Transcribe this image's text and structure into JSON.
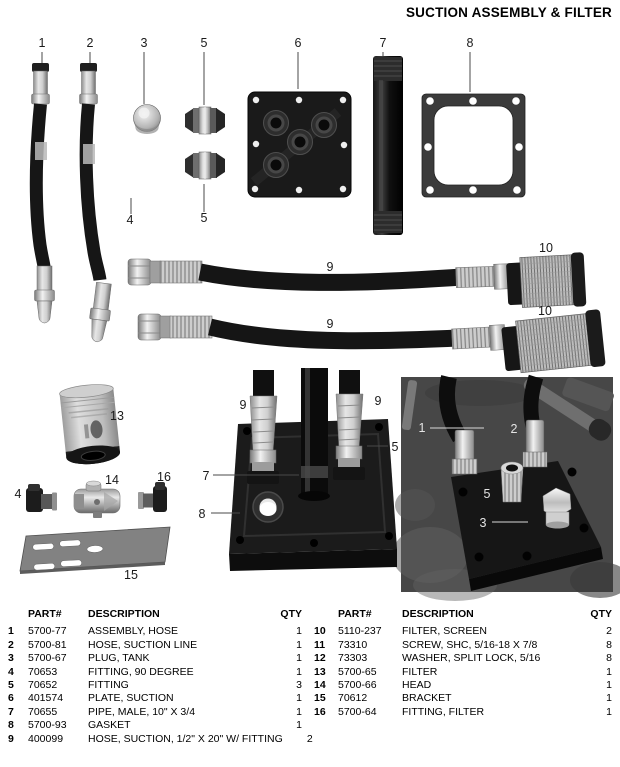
{
  "title": "SUCTION ASSEMBLY & FILTER",
  "callouts": [
    "1",
    "2",
    "3",
    "5",
    "6",
    "7",
    "8",
    "4",
    "5",
    "9",
    "10",
    "9",
    "10",
    "13",
    "14",
    "16",
    "4",
    "15",
    "9",
    "9",
    "5",
    "7",
    "8",
    "1",
    "2",
    "5",
    "3"
  ],
  "tables": {
    "left": {
      "headers": {
        "part": "PART#",
        "desc": "DESCRIPTION",
        "qty": "QTY"
      },
      "rows": [
        {
          "num": "1",
          "part": "5700-77",
          "desc": "ASSEMBLY, HOSE",
          "qty": "1"
        },
        {
          "num": "2",
          "part": "5700-81",
          "desc": "HOSE, SUCTION LINE",
          "qty": "1"
        },
        {
          "num": "3",
          "part": "5700-67",
          "desc": "PLUG, TANK",
          "qty": "1"
        },
        {
          "num": "4",
          "part": "70653",
          "desc": "FITTING, 90 DEGREE",
          "qty": "1"
        },
        {
          "num": "5",
          "part": "70652",
          "desc": "FITTING",
          "qty": "3"
        },
        {
          "num": "6",
          "part": "401574",
          "desc": "PLATE, SUCTION",
          "qty": "1"
        },
        {
          "num": "7",
          "part": "70655",
          "desc": "PIPE, MALE, 10\" X 3/4",
          "qty": "1"
        },
        {
          "num": "8",
          "part": "5700-93",
          "desc": "GASKET",
          "qty": "1"
        },
        {
          "num": "9",
          "part": "400099",
          "desc": "HOSE, SUCTION, 1/2\" X 20\" W/ FITTING",
          "qty": "2"
        }
      ]
    },
    "right": {
      "headers": {
        "part": "PART#",
        "desc": "DESCRIPTION",
        "qty": "QTY"
      },
      "rows": [
        {
          "num": "10",
          "part": "5110-237",
          "desc": "FILTER, SCREEN",
          "qty": "2"
        },
        {
          "num": "11",
          "part": "73310",
          "desc": "SCREW, SHC, 5/16-18 X 7/8",
          "qty": "8"
        },
        {
          "num": "12",
          "part": "73303",
          "desc": "WASHER, SPLIT LOCK, 5/16",
          "qty": "8"
        },
        {
          "num": "13",
          "part": "5700-65",
          "desc": "FILTER",
          "qty": "1"
        },
        {
          "num": "14",
          "part": "5700-66",
          "desc": "HEAD",
          "qty": "1"
        },
        {
          "num": "15",
          "part": "70612",
          "desc": "BRACKET",
          "qty": "1"
        },
        {
          "num": "16",
          "part": "5700-64",
          "desc": "FITTING, FILTER",
          "qty": "1"
        }
      ]
    }
  },
  "colors": {
    "page_bg": "#ffffff",
    "ink": "#000000",
    "photo_bg": "#474747"
  }
}
